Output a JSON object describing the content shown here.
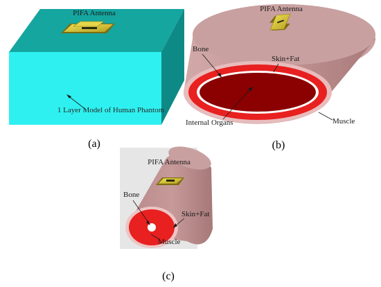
{
  "panels": {
    "a": {
      "caption": "(a)",
      "antenna_label": "PIFA Antenna",
      "phantom_label": "1 Layer Model of Human Phantom"
    },
    "b": {
      "caption": "(b)",
      "antenna_label": "PIFA Antenna",
      "bone_label": "Bone",
      "skin_label": "Skin+Fat",
      "organs_label": "Internal Organs",
      "muscle_label": "Muscle"
    },
    "c": {
      "caption": "(c)",
      "antenna_label": "PIFA Antenna",
      "bone_label": "Bone",
      "skin_label": "Skin+Fat",
      "muscle_label": "Muscle"
    }
  },
  "colors": {
    "phantom_cyan_front": "#2ff0f0",
    "phantom_cyan_top": "#15a6a0",
    "phantom_cyan_side": "#0e8a86",
    "tissue_pink": "#c49696",
    "muscle_red": "#e82020",
    "organs_dark_red": "#8b0000",
    "bone_white": "#ffffff",
    "antenna_gold": "#d8c83a"
  }
}
